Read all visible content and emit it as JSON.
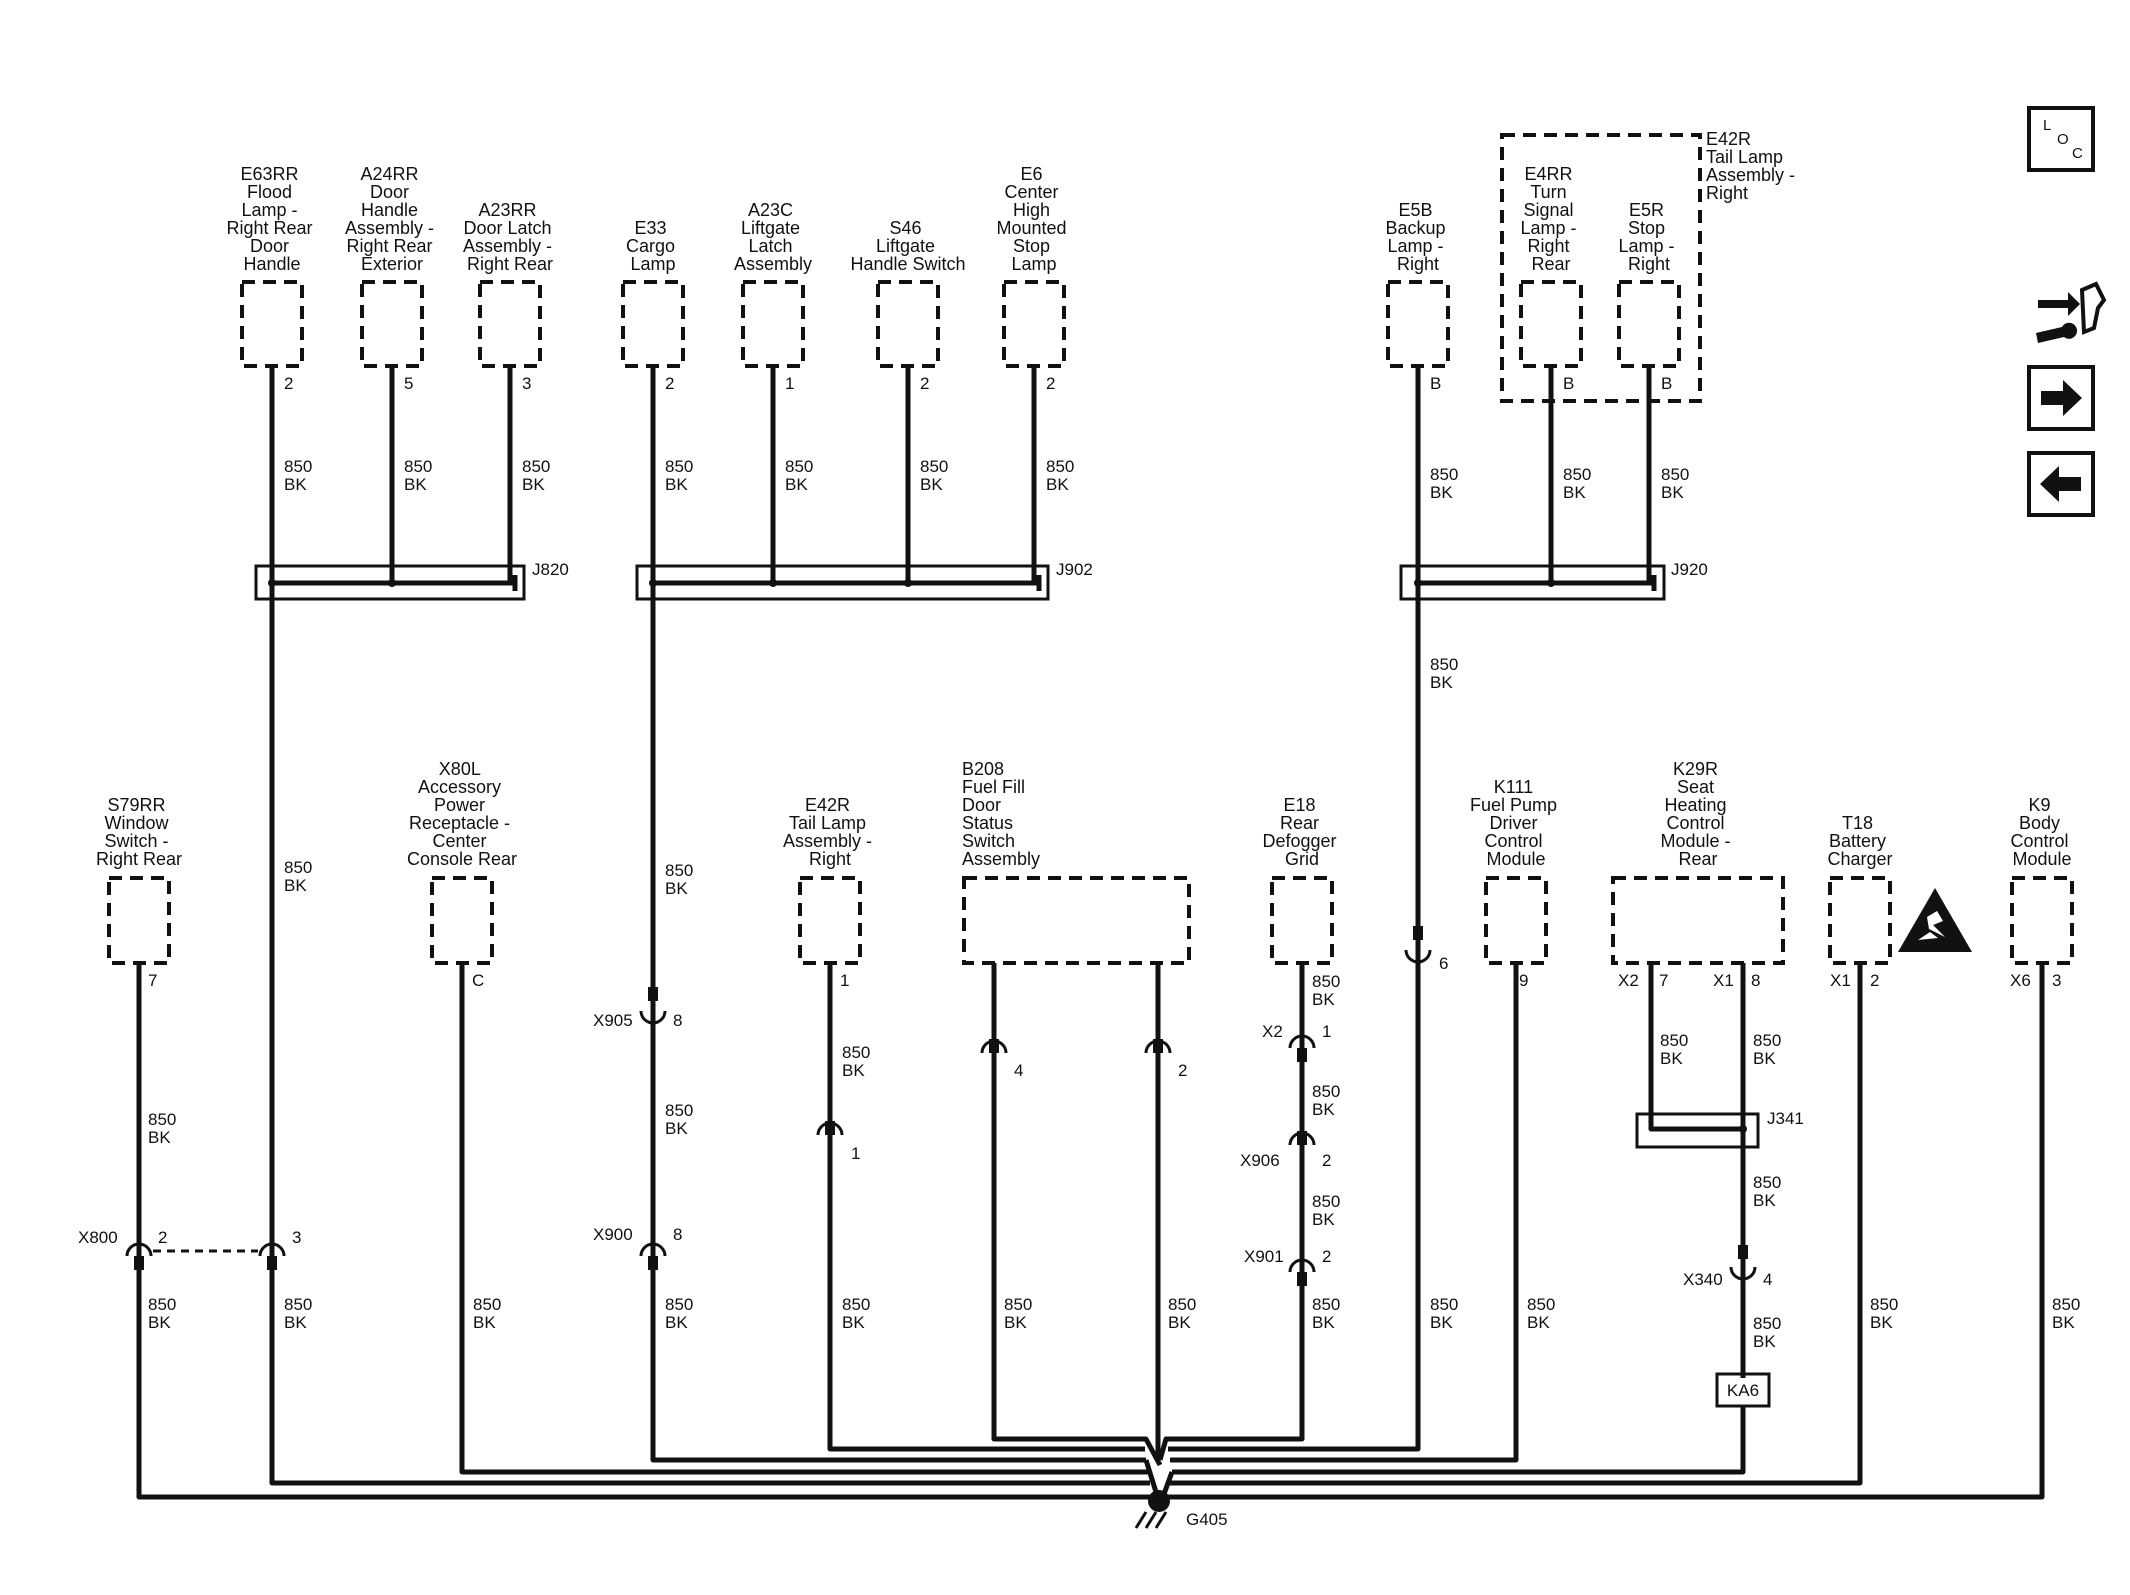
{
  "top_components": [
    {
      "lines": [
        "E63RR",
        "Flood",
        "Lamp -",
        "Right Rear",
        "Door",
        "Handle"
      ],
      "pin": "2",
      "wire": [
        "850",
        "BK"
      ]
    },
    {
      "lines": [
        "A24RR",
        "Door",
        "Handle",
        "Assembly -",
        "Right Rear",
        "Exterior"
      ],
      "pin": "5",
      "wire": [
        "850",
        "BK"
      ]
    },
    {
      "lines": [
        "A23RR",
        "Door Latch",
        "Assembly -",
        "Right Rear"
      ],
      "pin": "3",
      "wire": [
        "850",
        "BK"
      ]
    },
    {
      "lines": [
        "E33",
        "Cargo",
        "Lamp"
      ],
      "pin": "2",
      "wire": [
        "850",
        "BK"
      ]
    },
    {
      "lines": [
        "A23C",
        "Liftgate",
        "Latch",
        "Assembly"
      ],
      "pin": "1",
      "wire": [
        "850",
        "BK"
      ]
    },
    {
      "lines": [
        "S46",
        "Liftgate",
        "Handle Switch"
      ],
      "pin": "2",
      "wire": [
        "850",
        "BK"
      ]
    },
    {
      "lines": [
        "E6",
        "Center",
        "High",
        "Mounted",
        "Stop",
        "Lamp"
      ],
      "pin": "2",
      "wire": [
        "850",
        "BK"
      ]
    },
    {
      "lines": [
        "E5B",
        "Backup",
        "Lamp -",
        "Right"
      ],
      "pin": "B",
      "wire": [
        "850",
        "BK"
      ]
    },
    {
      "lines": [
        "E4RR",
        "Turn",
        "Signal",
        "Lamp -",
        "Right",
        "Rear"
      ],
      "pin": "B",
      "wire": [
        "850",
        "BK"
      ]
    },
    {
      "lines": [
        "E5R",
        "Stop",
        "Lamp -",
        "Right"
      ],
      "pin": "B",
      "wire": [
        "850",
        "BK"
      ]
    }
  ],
  "assembly_group": {
    "lines": [
      "E42R",
      "Tail Lamp",
      "Assembly -",
      "Right"
    ]
  },
  "splices": {
    "j820": "J820",
    "j902": "J902",
    "j920": "J920",
    "j341": "J341",
    "ka6": "KA6"
  },
  "bottom_components": [
    {
      "lines": [
        "S79RR",
        "Window",
        "Switch -",
        "Right Rear"
      ],
      "pins": [
        "7"
      ]
    },
    {
      "lines": [
        "X80L",
        "Accessory",
        "Power",
        "Receptacle -",
        "Center",
        "Console Rear"
      ],
      "pins": [
        "C"
      ]
    },
    {
      "lines": [
        "E42R",
        "Tail Lamp",
        "Assembly -",
        "Right"
      ],
      "pins": [
        "1"
      ]
    },
    {
      "lines": [
        "B208",
        "Fuel Fill",
        "Door",
        "Status",
        "Switch",
        "Assembly"
      ],
      "pins": []
    },
    {
      "lines": [
        "E18",
        "Rear",
        "Defogger",
        "Grid"
      ],
      "pins": []
    },
    {
      "lines": [
        "K111",
        "Fuel Pump",
        "Driver",
        "Control",
        "Module"
      ],
      "pins": [
        "9"
      ]
    },
    {
      "lines": [
        "K29R",
        "Seat",
        "Heating",
        "Control",
        "Module -",
        "Rear"
      ],
      "pins": [
        "X2",
        "7",
        "X1",
        "8"
      ]
    },
    {
      "lines": [
        "T18",
        "Battery",
        "Charger"
      ],
      "pins": [
        "X1",
        "2"
      ]
    },
    {
      "lines": [
        "K9",
        "Body",
        "Control",
        "Module"
      ],
      "pins": [
        "X6",
        "3"
      ]
    }
  ],
  "connectors": {
    "x800": "X800",
    "x800_pin": "2",
    "x800_pin_b": "3",
    "x905": "X905",
    "x905_pin": "8",
    "x900": "X900",
    "x900_pin": "8",
    "e42r_pin": "1",
    "b208_pin_a": "4",
    "b208_pin_b": "2",
    "x2": "X2",
    "x2_pin": "1",
    "x906": "X906",
    "x906_pin": "2",
    "x901": "X901",
    "x901_pin": "2",
    "e5b_pin": "6",
    "x340": "X340",
    "x340_pin": "4"
  },
  "wire": {
    "gauge": "850",
    "color": "BK"
  },
  "ground": "G405",
  "nav": {
    "loc_l": "L",
    "loc_o": "O",
    "loc_c": "C"
  },
  "icons": [
    "loc-icon",
    "wrench-icon",
    "forward-arrow-icon",
    "back-arrow-icon",
    "high-voltage-warning-icon"
  ]
}
